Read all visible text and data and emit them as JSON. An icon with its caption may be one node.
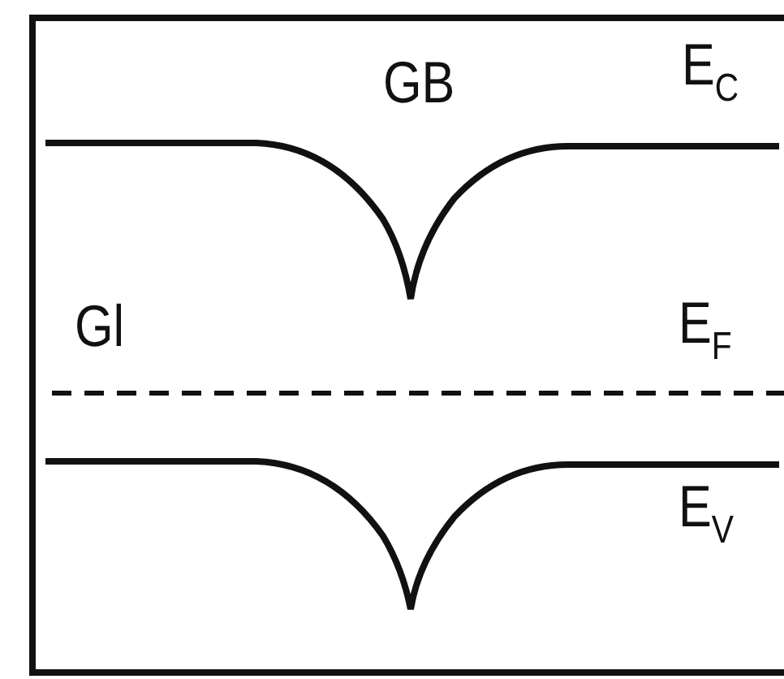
{
  "diagram": {
    "labels": [
      "GB",
      "E$_{C}$",
      "Gl",
      "E$_{F}$",
      "E$_{V}$"
    ]
  }
}
